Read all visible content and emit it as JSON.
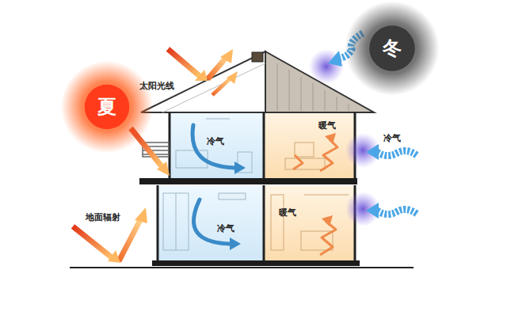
{
  "diagram": {
    "nodes": [
      {
        "text": [
          "夏"
        ]
      },
      {
        "text": [
          "冬"
        ]
      },
      {
        "text": [
          "冷气"
        ]
      },
      {
        "text": [
          "暖气"
        ]
      },
      {
        "text": [
          "冷气"
        ]
      },
      {
        "text": [
          "暖气"
        ]
      }
    ],
    "labels": [
      "太阳光线",
      "冷气",
      "地面辐射"
    ]
  }
}
